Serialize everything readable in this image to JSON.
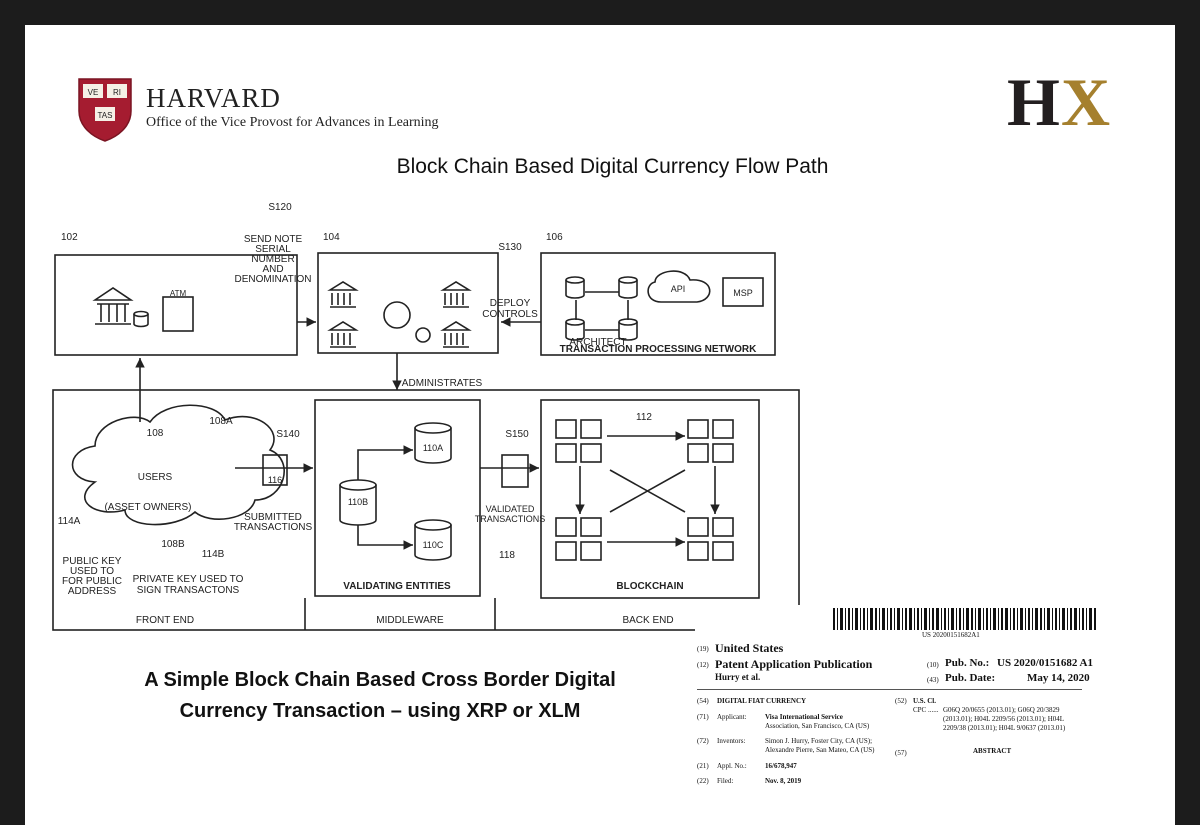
{
  "header": {
    "org_name": "HARVARD",
    "org_subtitle": "Office of the Vice Provost for Advances in Learning",
    "shield_words": [
      "VE",
      "RI",
      "TAS"
    ],
    "brand_mark": "HX",
    "brand_colors": {
      "h": "#231f20",
      "x": "#a5802e"
    },
    "shield_color": "#a51c30"
  },
  "slide": {
    "title": "Block Chain Based Digital Currency Flow Path",
    "caption_line1": "A Simple Block Chain Based Cross Border Digital",
    "caption_line2": "Currency Transaction – using XRP or XLM"
  },
  "diagram": {
    "ref_102": "102",
    "ref_104": "104",
    "ref_106": "106",
    "ref_108": "108",
    "ref_108a": "108A",
    "ref_108b": "108B",
    "ref_110a": "110A",
    "ref_110b": "110B",
    "ref_110c": "110C",
    "ref_112": "112",
    "ref_114a": "114A",
    "ref_114b": "114B",
    "ref_116": "116",
    "ref_118": "118",
    "step_s120": "S120",
    "s120_lines": [
      "SEND NOTE",
      "SERIAL",
      "NUMBER",
      "AND",
      "DENOMINATION"
    ],
    "step_s130": "S130",
    "s130_lines": [
      "DEPLOY",
      "CONTROLS"
    ],
    "step_s140": "S140",
    "step_s150": "S150",
    "atm": "ATM",
    "api": "API",
    "msp": "MSP",
    "architect": "ARCHITECT",
    "tpn": "TRANSACTION PROCESSING NETWORK",
    "administrates": "ADMINISTRATES",
    "users": "USERS",
    "asset_owners": "(ASSET OWNERS)",
    "submitted_lines": [
      "SUBMITTED",
      "TRANSACTIONS"
    ],
    "validated_lines": [
      "VALIDATED",
      "TRANSACTIONS"
    ],
    "pubkey_lines": [
      "PUBLIC KEY",
      "USED TO",
      "FOR PUBLIC",
      "ADDRESS"
    ],
    "privkey_lines": [
      "PRIVATE KEY USED TO",
      "SIGN TRANSACTONS"
    ],
    "validating_entities": "VALIDATING ENTITIES",
    "blockchain": "BLOCKCHAIN",
    "front_end": "FRONT END",
    "middleware": "MIDDLEWARE",
    "back_end": "BACK END"
  },
  "patent": {
    "barcode_number": "US 20200151682A1",
    "n19": "(19)",
    "country": "United States",
    "n12": "(12)",
    "pub_type": "Patent Application Publication",
    "authors": "Hurry et al.",
    "n10": "(10)",
    "pub_no_label": "Pub. No.:",
    "pub_no": "US 2020/0151682 A1",
    "n43": "(43)",
    "pub_date_label": "Pub. Date:",
    "pub_date": "May 14, 2020",
    "n54": "(54)",
    "invention_title": "DIGITAL FIAT CURRENCY",
    "n71": "(71)",
    "applicant_label": "Applicant:",
    "applicant_lines": [
      "Visa International Service",
      "Association, San Francisco, CA (US)"
    ],
    "n72": "(72)",
    "inventors_label": "Inventors:",
    "inventor_lines": [
      "Simon J. Hurry, Foster City, CA (US);",
      "Alexandre Pierre, San Mateo, CA (US)"
    ],
    "n21": "(21)",
    "appl_no_label": "Appl. No.:",
    "appl_no": "16/678,947",
    "n22": "(22)",
    "filed_label": "Filed:",
    "filed": "Nov. 8, 2019",
    "n52": "(52)",
    "uscl": "U.S. Cl.",
    "cpc_label": "CPC ......",
    "cpc_lines": [
      "G06Q 20/0655 (2013.01); G06Q 20/3829",
      "(2013.01); H04L 2209/56 (2013.01); H04L",
      "2209/38 (2013.01); H04L 9/0637 (2013.01)"
    ],
    "n57": "(57)",
    "abstract": "ABSTRACT"
  }
}
